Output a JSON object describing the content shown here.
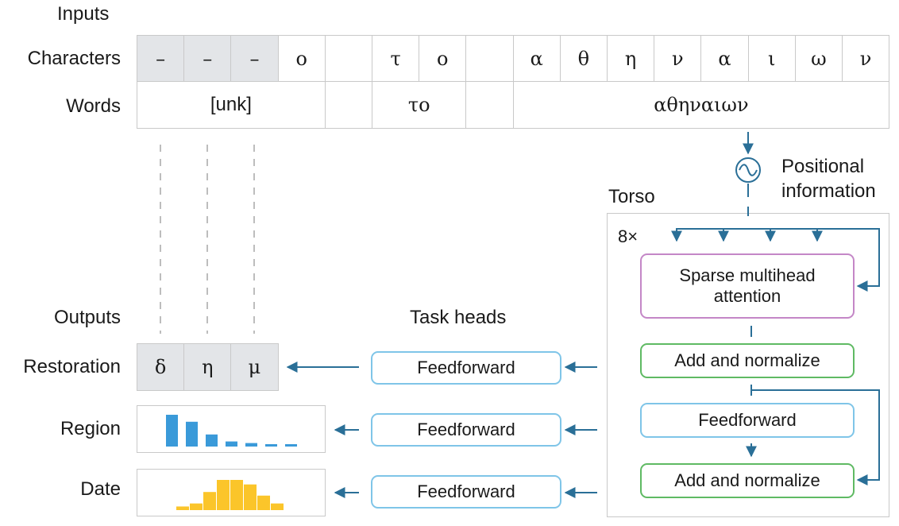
{
  "labels": {
    "inputs": "Inputs",
    "characters": "Characters",
    "words": "Words",
    "outputs": "Outputs",
    "restoration": "Restoration",
    "region": "Region",
    "date": "Date",
    "task_heads": "Task heads",
    "torso": "Torso",
    "repeat": "8×",
    "positional": "Positional information"
  },
  "characters": [
    {
      "text": "–",
      "masked": true
    },
    {
      "text": "–",
      "masked": true
    },
    {
      "text": "–",
      "masked": true
    },
    {
      "text": "ο",
      "masked": false
    },
    {
      "text": "",
      "masked": false
    },
    {
      "text": "τ",
      "masked": false
    },
    {
      "text": "ο",
      "masked": false
    },
    {
      "text": "",
      "masked": false
    },
    {
      "text": "α",
      "masked": false
    },
    {
      "text": "θ",
      "masked": false
    },
    {
      "text": "η",
      "masked": false
    },
    {
      "text": "ν",
      "masked": false
    },
    {
      "text": "α",
      "masked": false
    },
    {
      "text": "ι",
      "masked": false
    },
    {
      "text": "ω",
      "masked": false
    },
    {
      "text": "ν",
      "masked": false
    }
  ],
  "words": [
    {
      "text": "[unk]",
      "span": 4
    },
    {
      "text": "",
      "span": 1
    },
    {
      "text": "το",
      "span": 2
    },
    {
      "text": "",
      "span": 1
    },
    {
      "text": "αθηναιων",
      "span": 8
    }
  ],
  "restoration": [
    "δ",
    "η",
    "μ"
  ],
  "task_heads": {
    "restoration": "Feedforward",
    "region": "Feedforward",
    "date": "Feedforward"
  },
  "torso": {
    "attention": "Sparse multihead attention",
    "add_norm_1": "Add and normalize",
    "feedforward": "Feedforward",
    "add_norm_2": "Add and normalize"
  },
  "region_distribution": [
    1.0,
    0.78,
    0.38,
    0.16,
    0.11,
    0.07,
    0.05
  ],
  "date_distribution": [
    0.12,
    0.22,
    0.6,
    1.0,
    1.0,
    0.85,
    0.48,
    0.22
  ],
  "colors": {
    "region_bar": "#3a9ad9",
    "date_bar": "#fbc52a",
    "arrow": "#2a6f97",
    "mask": "#e3e5e8"
  }
}
